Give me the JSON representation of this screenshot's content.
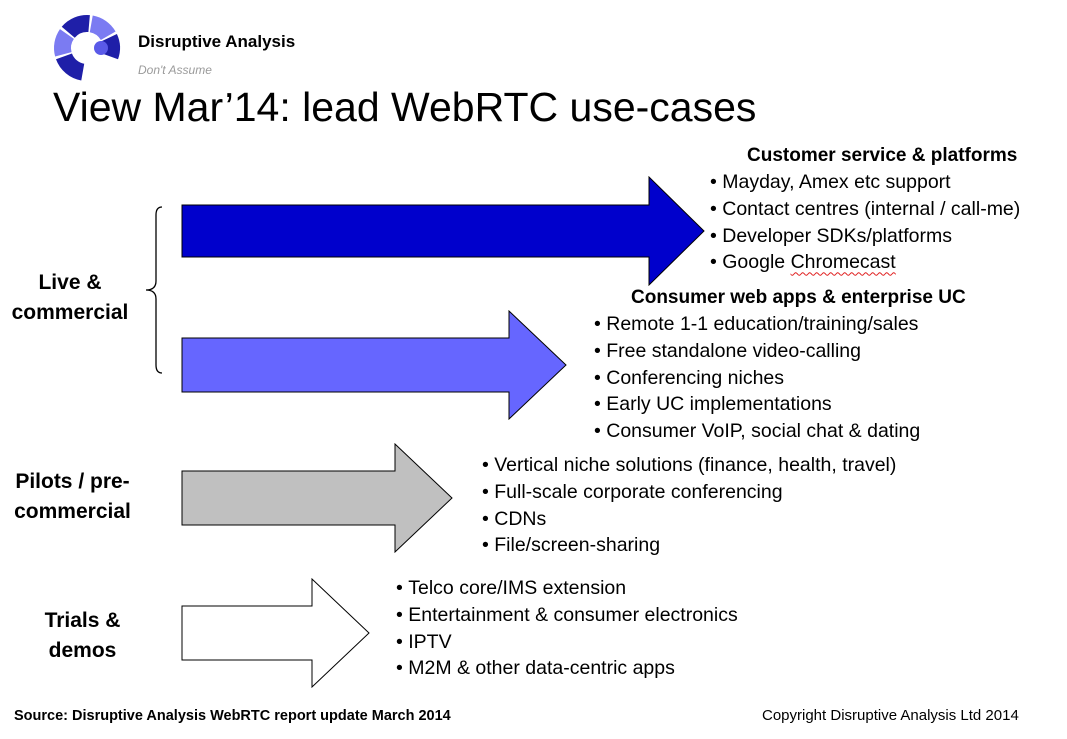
{
  "brand": {
    "name": "Disruptive Analysis",
    "tagline": "Don't Assume",
    "colors": {
      "dark": "#1f1fa8",
      "light": "#7b7bf2"
    }
  },
  "title": "View Mar’14: lead WebRTC use-cases",
  "tiers": {
    "live": "Live &\ncommercial",
    "pilots": "Pilots / pre-\ncommercial",
    "trials": "Trials &\ndemos"
  },
  "arrows": [
    {
      "name": "customer-service-arrow",
      "fill": "#0000cc"
    },
    {
      "name": "consumer-web-arrow",
      "fill": "#6666ff"
    },
    {
      "name": "pilots-arrow",
      "fill": "#c0c0c0"
    },
    {
      "name": "trials-arrow",
      "fill": "#ffffff"
    }
  ],
  "groups": {
    "customer_service": {
      "heading": "Customer service & platforms",
      "items": [
        "Mayday, Amex etc support",
        "Contact centres (internal / call-me)",
        "Developer SDKs/platforms"
      ],
      "last_prefix": "Google ",
      "last_underlined": "Chromecast"
    },
    "consumer_web": {
      "heading": "Consumer web apps & enterprise UC",
      "items": [
        "Remote 1-1 education/training/sales",
        "Free standalone video-calling",
        "Conferencing niches",
        "Early UC implementations",
        "Consumer VoIP, social chat & dating"
      ]
    },
    "pilots": {
      "items": [
        "Vertical niche solutions (finance, health, travel)",
        "Full-scale corporate conferencing",
        "CDNs",
        "File/screen-sharing"
      ]
    },
    "trials": {
      "items": [
        "Telco core/IMS extension",
        "Entertainment & consumer electronics",
        "IPTV",
        "M2M & other data-centric apps"
      ]
    }
  },
  "footer": {
    "source": "Source: Disruptive Analysis WebRTC report update March 2014",
    "copyright": "Copyright Disruptive Analysis Ltd 2014"
  }
}
